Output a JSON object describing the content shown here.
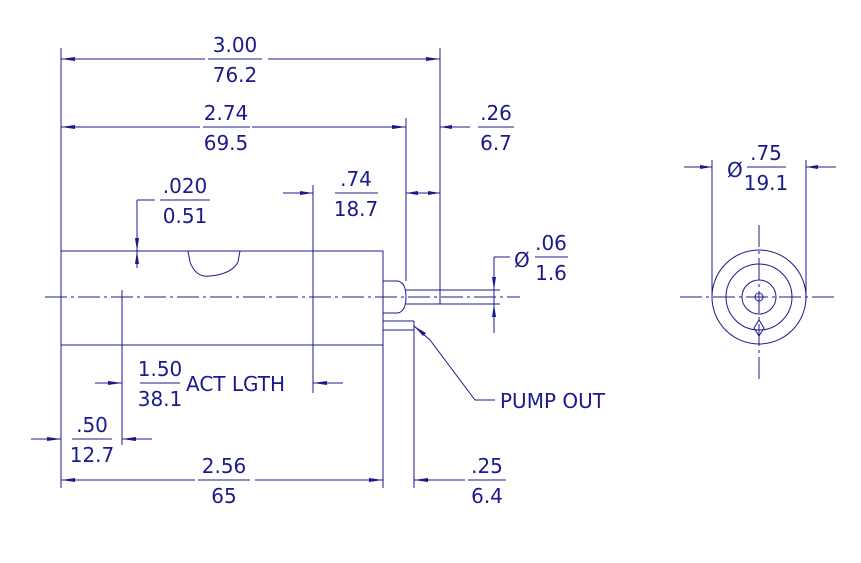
{
  "dims": {
    "overall_len": {
      "in": "3.00",
      "mm": "76.2"
    },
    "body_len": {
      "in": "2.74",
      "mm": "69.5"
    },
    "tube_len": {
      "in": ".26",
      "mm": "6.7"
    },
    "wall": {
      "in": ".020",
      "mm": "0.51"
    },
    "center_dim": {
      "in": ".74",
      "mm": "18.7"
    },
    "pin_dia": {
      "sym": "Ø",
      "in": ".06",
      "mm": "1.6"
    },
    "act_len": {
      "in": "1.50",
      "mm": "38.1",
      "label": "ACT LGTH"
    },
    "offset": {
      "in": ".50",
      "mm": "12.7"
    },
    "bottom_len": {
      "in": "2.56",
      "mm": "65"
    },
    "pump_pos": {
      "in": ".25",
      "mm": "6.4"
    },
    "outer_dia": {
      "sym": "Ø",
      "in": ".75",
      "mm": "19.1"
    }
  },
  "labels": {
    "pump_out": "PUMP OUT"
  },
  "colors": {
    "line": "#1a1a8c",
    "background": "#ffffff"
  }
}
